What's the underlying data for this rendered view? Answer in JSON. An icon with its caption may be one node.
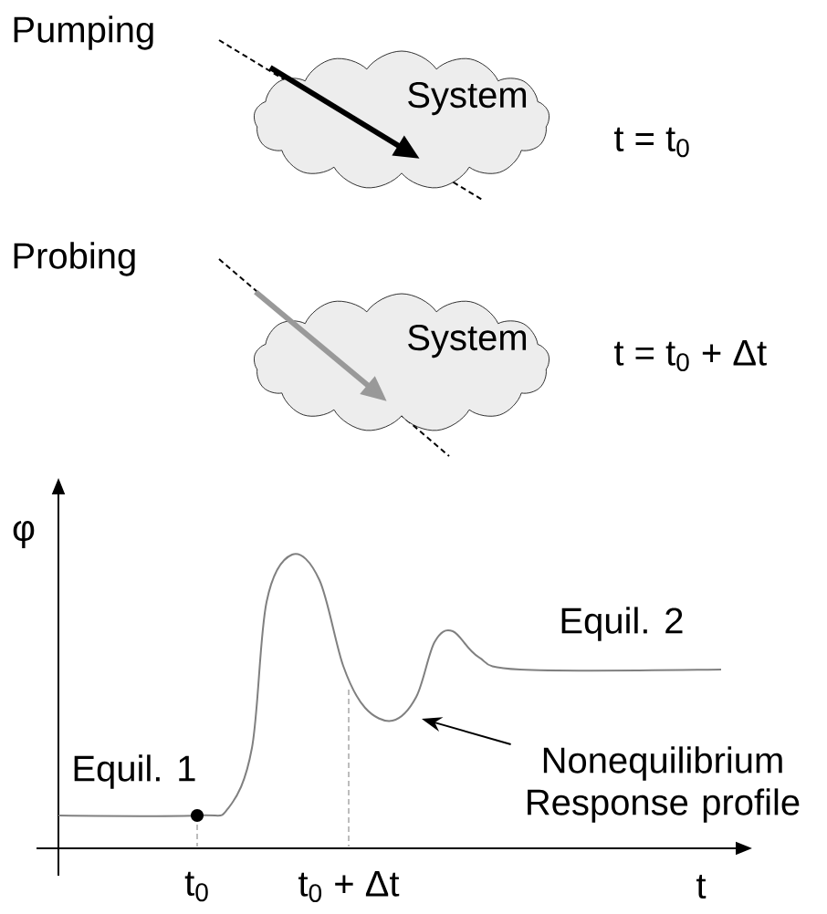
{
  "diagram": {
    "nodes": [
      {
        "text": [
          "System"
        ]
      },
      {
        "text": [
          "System"
        ]
      },
      {
        "text": [
          "Nonequilibrium Response profile"
        ]
      }
    ],
    "edges": [
      {
        "from": null,
        "to": 0,
        "arrow": "to"
      },
      {
        "from": null,
        "to": 1,
        "arrow": "to",
        "color": "#999999"
      },
      {
        "from": 2,
        "to": null,
        "arrow": "to"
      }
    ],
    "labels": [
      "Pumping",
      "t = t$_{0}$",
      "Probing",
      "t = t$_{0}$ + Δt",
      "φ",
      "Equil. 2",
      "Equil. 1",
      "t$_{0}$",
      "t$_{0}$ + Δt",
      "t"
    ]
  }
}
